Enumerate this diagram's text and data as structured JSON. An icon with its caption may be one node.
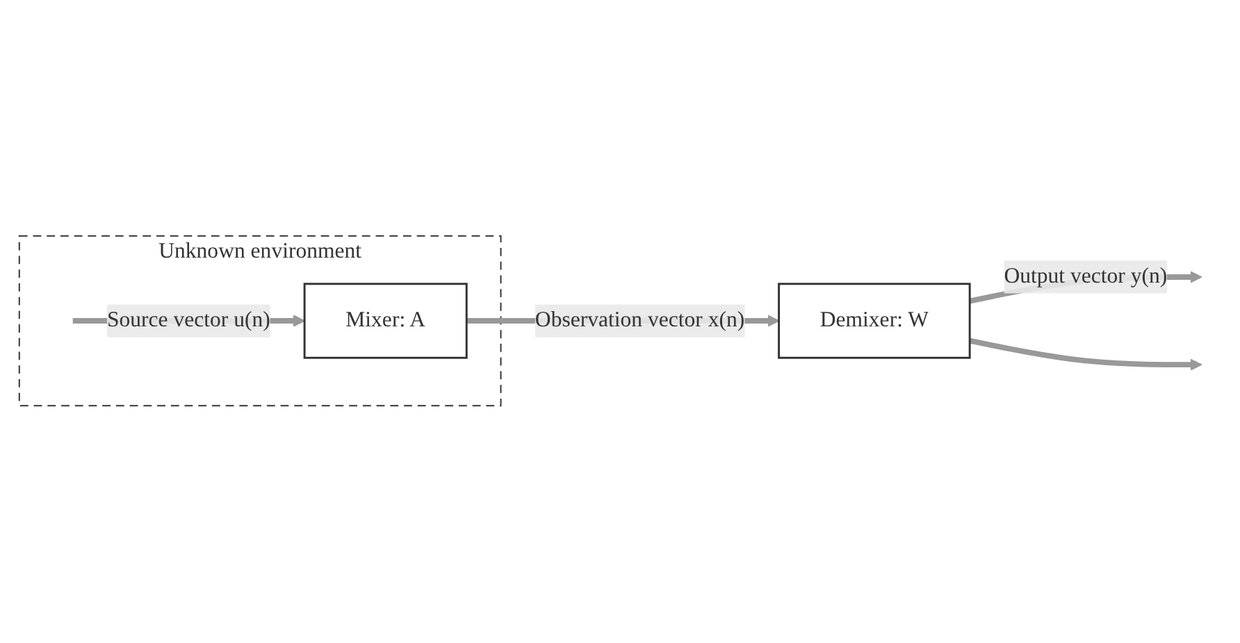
{
  "diagram": {
    "nodes": [
      {
        "text": [
          "Unknown environment"
        ]
      },
      {
        "text": [
          "Mixer: A"
        ],
        "in": 0
      },
      {
        "text": [
          "Demixer: W"
        ]
      }
    ],
    "edges": [
      {
        "from": null,
        "to": 1,
        "arrow": "to",
        "label": "Source vector u(n)"
      },
      {
        "from": 1,
        "to": 2,
        "arrow": "to",
        "label": "Observation vector x(n)"
      },
      {
        "from": 2,
        "to": null,
        "arrow": "to",
        "label": "Output vector y(n)"
      },
      {
        "from": 2,
        "to": null,
        "arrow": "to"
      }
    ]
  }
}
